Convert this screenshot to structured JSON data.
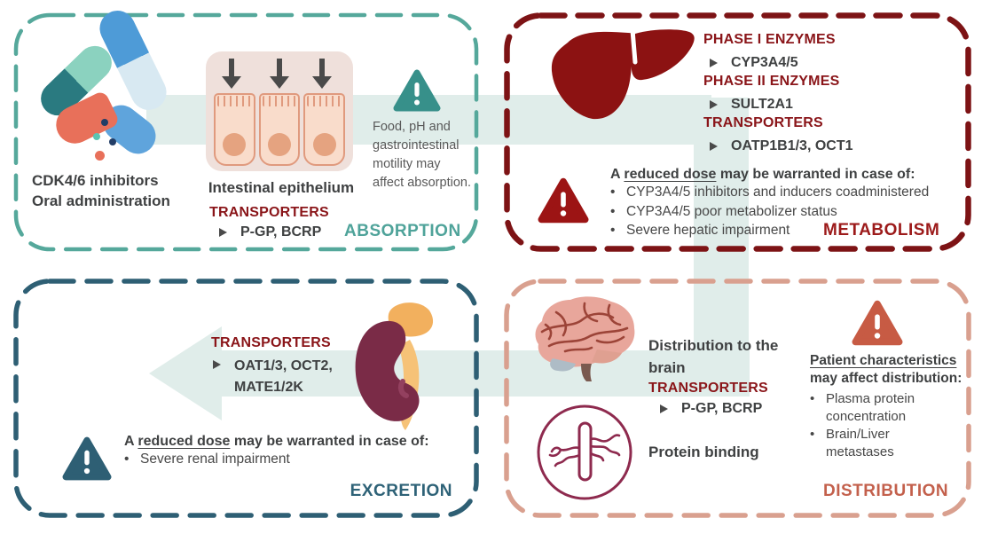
{
  "glyphs": {
    "bullet": "•"
  },
  "colors": {
    "absorption_accent": "#4fa39a",
    "metabolism_accent": "#9c1a1a",
    "excretion_accent": "#2e6277",
    "distribution_accent": "#c3604c",
    "heading_red": "#8a1519",
    "flow_band": "#e0edea"
  },
  "panels": {
    "absorption": {
      "section_label": "ABSORPTION",
      "drug_line1": "CDK4/6 inhibitors",
      "drug_line2": "Oral administration",
      "epithelium_label": "Intestinal epithelium",
      "transporters_heading": "TRANSPORTERS",
      "transporters_value": "P-GP, BCRP",
      "note": "Food, pH and gastrointestinal motility may affect absorption."
    },
    "metabolism": {
      "section_label": "METABOLISM",
      "phase1_heading": "PHASE I ENZYMES",
      "phase1_value": "CYP3A4/5",
      "phase2_heading": "PHASE II ENZYMES",
      "phase2_value": "SULT2A1",
      "transporters_heading": "TRANSPORTERS",
      "transporters_value": "OATP1B1/3, OCT1",
      "warning_prefix": "A ",
      "warning_underline": "reduced dose",
      "warning_suffix": " may be warranted in case of:",
      "bullets": [
        "CYP3A4/5 inhibitors and inducers coadministered",
        "CYP3A4/5 poor metabolizer status",
        "Severe hepatic impairment"
      ]
    },
    "excretion": {
      "section_label": "EXCRETION",
      "transporters_heading": "TRANSPORTERS",
      "transporters_value_line1": "OAT1/3, OCT2,",
      "transporters_value_line2": "MATE1/2K",
      "warning_prefix": "A ",
      "warning_underline": "reduced dose",
      "warning_suffix": " may be warranted in case of:",
      "bullets": [
        "Severe renal impairment"
      ]
    },
    "distribution": {
      "section_label": "DISTRIBUTION",
      "brain_label": "Distribution to the brain",
      "transporters_heading": "TRANSPORTERS",
      "transporters_value": "P-GP, BCRP",
      "protein_label": "Protein binding",
      "warning_underline": "Patient characteristics",
      "warning_line2": "may affect distribution:",
      "bullets": [
        "Plasma protein concentration",
        "Brain/Liver metastases"
      ]
    }
  }
}
